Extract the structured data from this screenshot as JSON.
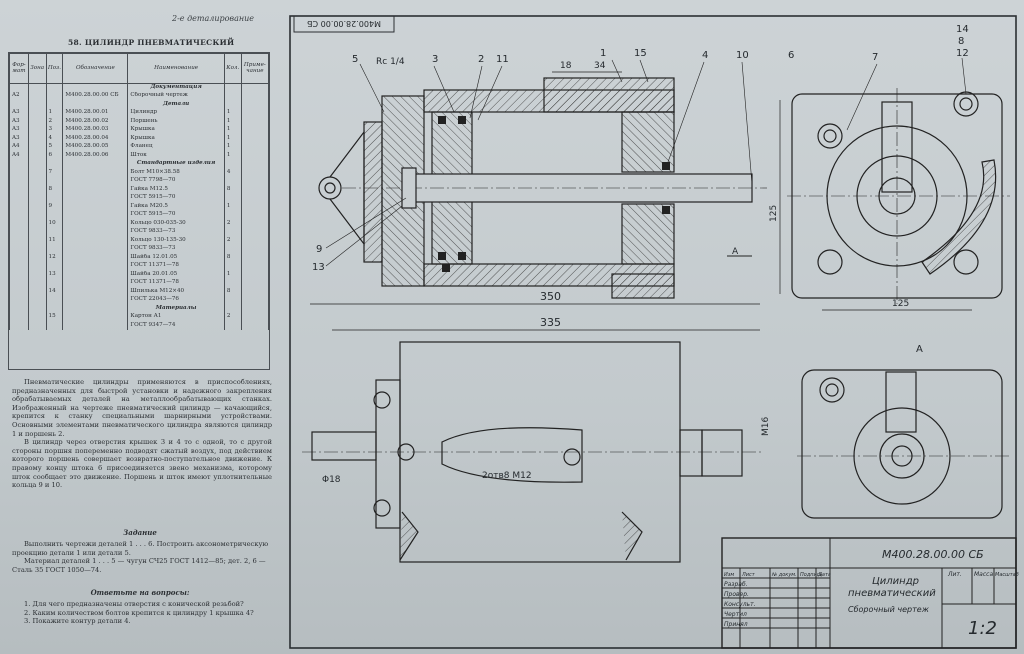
{
  "header": {
    "section": "2-е деталирование"
  },
  "page_title": "58. ЦИЛИНДР ПНЕВМАТИЧЕСКИЙ",
  "spec_table": {
    "columns": [
      "Фор-мат",
      "Зона",
      "Поз.",
      "Обозначение",
      "Наименование",
      "Кол.",
      "Приме-чание"
    ],
    "rows": [
      {
        "format": "",
        "pos": "",
        "code": "",
        "name": "Документация",
        "qty": "",
        "section": true
      },
      {
        "format": "A2",
        "pos": "",
        "code": "М400.28.00.00 СБ",
        "name": "Сборочный чертеж",
        "qty": ""
      },
      {
        "format": "",
        "pos": "",
        "code": "",
        "name": "Детали",
        "qty": "",
        "section": true
      },
      {
        "format": "A3",
        "pos": "1",
        "code": "М400.28.00.01",
        "name": "Цилиндр",
        "qty": "1"
      },
      {
        "format": "A3",
        "pos": "2",
        "code": "М400.28.00.02",
        "name": "Поршень",
        "qty": "1"
      },
      {
        "format": "A3",
        "pos": "3",
        "code": "М400.28.00.03",
        "name": "Крышка",
        "qty": "1"
      },
      {
        "format": "A3",
        "pos": "4",
        "code": "М400.28.00.04",
        "name": "Крышка",
        "qty": "1"
      },
      {
        "format": "A4",
        "pos": "5",
        "code": "М400.28.00.05",
        "name": "Фланец",
        "qty": "1"
      },
      {
        "format": "A4",
        "pos": "6",
        "code": "М400.28.00.06",
        "name": "Шток",
        "qty": "1"
      },
      {
        "format": "",
        "pos": "",
        "code": "",
        "name": "Стандартные изделия",
        "qty": "",
        "section": true
      },
      {
        "format": "",
        "pos": "7",
        "code": "",
        "name": "Болт М10×38.58",
        "qty": "4"
      },
      {
        "format": "",
        "pos": "",
        "code": "",
        "name": "ГОСТ 7798—70",
        "qty": ""
      },
      {
        "format": "",
        "pos": "8",
        "code": "",
        "name": "Гайка М12.5",
        "qty": "8"
      },
      {
        "format": "",
        "pos": "",
        "code": "",
        "name": "ГОСТ 5915—70",
        "qty": ""
      },
      {
        "format": "",
        "pos": "9",
        "code": "",
        "name": "Гайка М20.5",
        "qty": "1"
      },
      {
        "format": "",
        "pos": "",
        "code": "",
        "name": "ГОСТ 5915—70",
        "qty": ""
      },
      {
        "format": "",
        "pos": "10",
        "code": "",
        "name": "Кольцо 030-035-30",
        "qty": "2"
      },
      {
        "format": "",
        "pos": "",
        "code": "",
        "name": "ГОСТ 9833—73",
        "qty": ""
      },
      {
        "format": "",
        "pos": "11",
        "code": "",
        "name": "Кольцо 130-135-30",
        "qty": "2"
      },
      {
        "format": "",
        "pos": "",
        "code": "",
        "name": "ГОСТ 9833—73",
        "qty": ""
      },
      {
        "format": "",
        "pos": "12",
        "code": "",
        "name": "Шайба 12.01.05",
        "qty": "8"
      },
      {
        "format": "",
        "pos": "",
        "code": "",
        "name": "ГОСТ 11371—78",
        "qty": ""
      },
      {
        "format": "",
        "pos": "13",
        "code": "",
        "name": "Шайба 20.01.05",
        "qty": "1"
      },
      {
        "format": "",
        "pos": "",
        "code": "",
        "name": "ГОСТ 11371—78",
        "qty": ""
      },
      {
        "format": "",
        "pos": "14",
        "code": "",
        "name": "Шпилька М12×40",
        "qty": "8"
      },
      {
        "format": "",
        "pos": "",
        "code": "",
        "name": "ГОСТ 22043—76",
        "qty": ""
      },
      {
        "format": "",
        "pos": "",
        "code": "",
        "name": "Материалы",
        "qty": "",
        "section": true
      },
      {
        "format": "",
        "pos": "15",
        "code": "",
        "name": "Картон А1",
        "qty": "2"
      },
      {
        "format": "",
        "pos": "",
        "code": "",
        "name": "ГОСТ 9347—74",
        "qty": ""
      }
    ]
  },
  "description": [
    "Пневматические цилиндры применяются в приспособлениях, предназначенных для быстрой установки и надежного закрепления обрабатываемых деталей на металлообрабатывающих станках. Изображенный на чертеже пневматический цилиндр — качающийся, крепится к станку специальными шарнирными устройствами. Основными элементами пневматического цилиндра являются цилиндр 1 и поршень 2.",
    "В цилиндр через отверстия крышек 3 и 4 то с одной, то с другой стороны поршня попеременно подводят сжатый воздух, под действием которого поршень совершает возвратно-поступательное движение. К правому концу штока 6 присоединяется звено механизма, которому шток сообщает это движение. Поршень и шток имеют уплотнительные кольца 9 и 10."
  ],
  "task": {
    "heading": "Задание",
    "text": [
      "Выполнить чертежи деталей 1 . . . 6. Построить аксонометрическую проекцию детали 1 или детали 5.",
      "Материал деталей 1 . . . 5 — чугун СЧ25 ГОСТ 1412—85; дет. 2, 6 — Сталь 35 ГОСТ 1050—74."
    ]
  },
  "questions": {
    "heading": "Ответьте на вопросы:",
    "items": [
      "1. Для чего предназначены отверстия с конической резьбой?",
      "2. Каким количеством болтов крепится к цилиндру 1 крышка 4?",
      "3. Покажите контур детали 4."
    ]
  },
  "drawing": {
    "stamp_rotated": "М400.28.00.00 СБ",
    "positions": [
      "1",
      "2",
      "3",
      "4",
      "5",
      "6",
      "7",
      "8",
      "9",
      "10",
      "11",
      "12",
      "13",
      "14",
      "15"
    ],
    "dimensions": {
      "d350": "350",
      "d335": "335",
      "d125h": "125",
      "d125v": "125",
      "d18": "18",
      "d34": "34",
      "rc": "Rc 1/4",
      "m16": "M16",
      "d18b": "Φ18",
      "holes": "2отв8 М12"
    },
    "view_label_arrow": "А",
    "view_label": "А",
    "title_block": {
      "code": "М400.28.00.00 СБ",
      "name_line1": "Цилиндр",
      "name_line2": "пневматический",
      "doc_type": "Сборочный чертеж",
      "col_heads": [
        "Изм",
        "Лист",
        "№ докум.",
        "Подпись",
        "Дата"
      ],
      "roles": [
        "Разраб.",
        "Провер.",
        "Консульт.",
        "Чертил",
        "Принял"
      ],
      "lit_head": "Лит.",
      "mass_head": "Масса",
      "scale_head": "Масштаб",
      "scale": "1:2"
    }
  }
}
